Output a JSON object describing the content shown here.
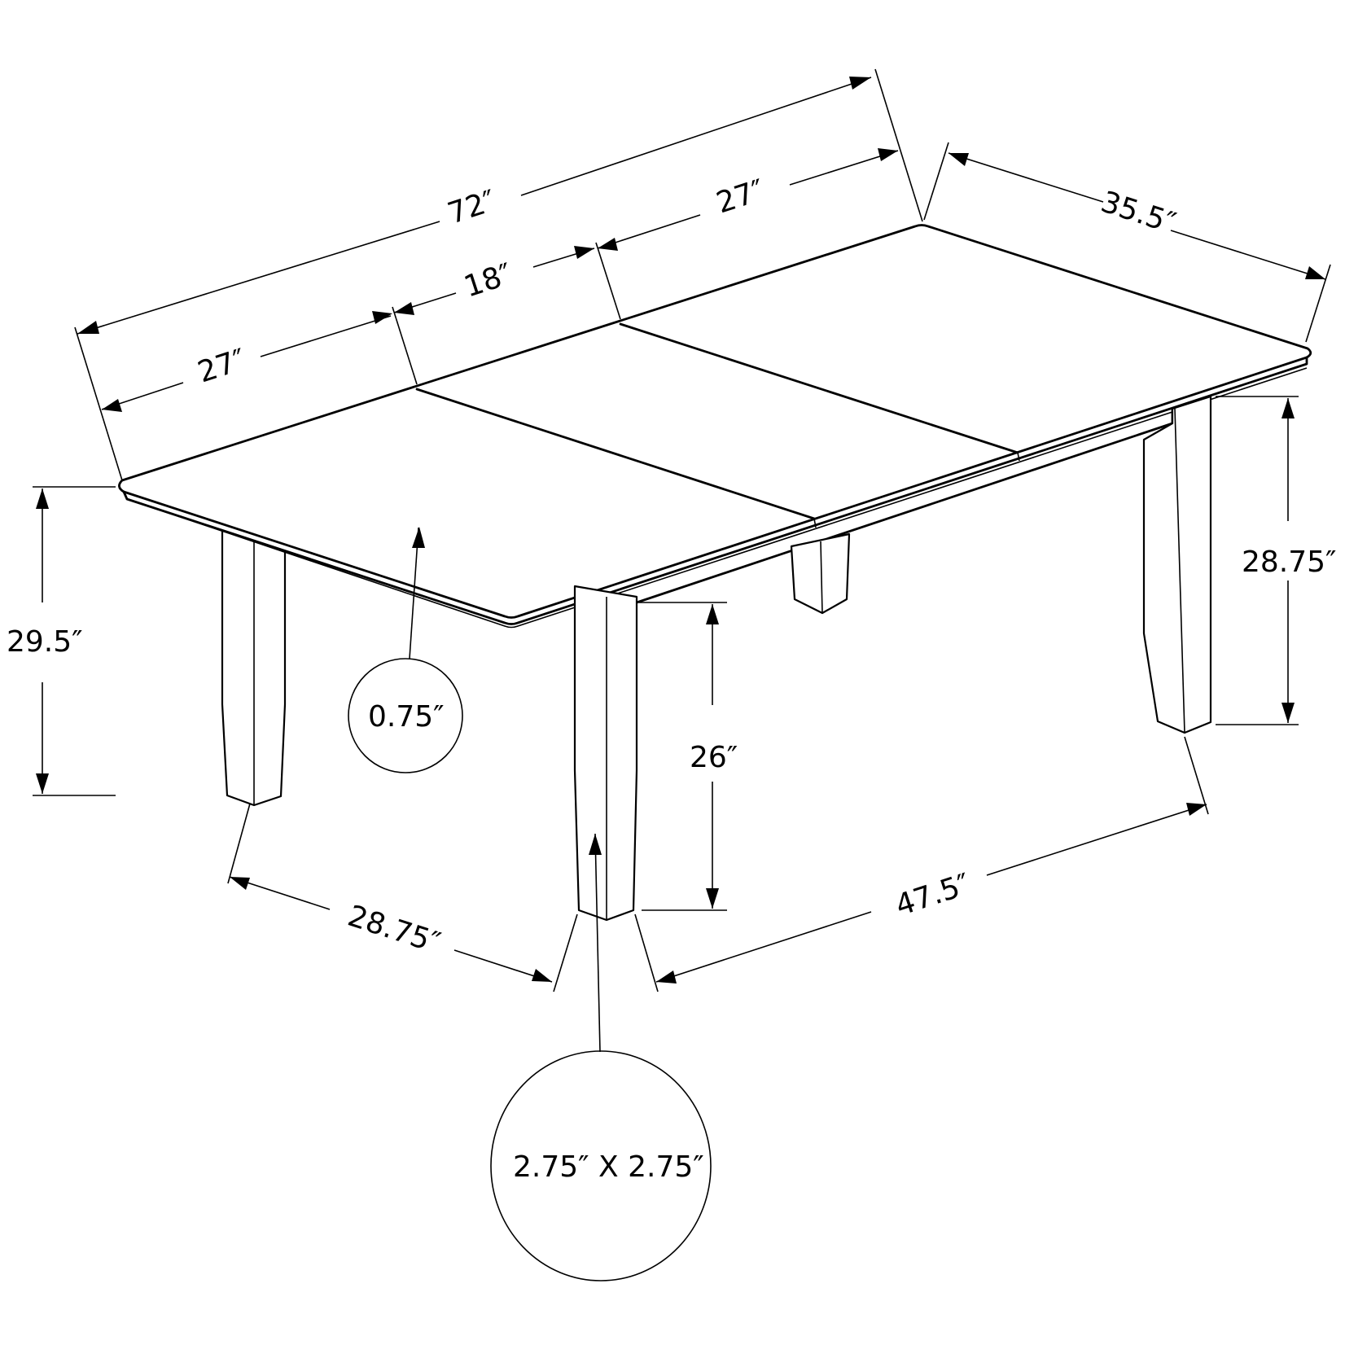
{
  "diagram": {
    "subject": "extendable dining table dimension drawing",
    "colors": {
      "line": "#000000",
      "background": "#ffffff"
    },
    "dimensions": {
      "overall_length": "72″",
      "left_section_length": "27″",
      "leaf_length": "18″",
      "right_section_length": "27″",
      "width": "35.5″",
      "overall_height": "29.5″",
      "leg_height": "28.75″",
      "apron_clearance": "26″",
      "leg_spacing_width": "28.75″",
      "leg_spacing_length": "47.5″"
    },
    "callouts": {
      "top_thickness": "0.75″",
      "leg_size": "2.75″ X 2.75″"
    }
  }
}
